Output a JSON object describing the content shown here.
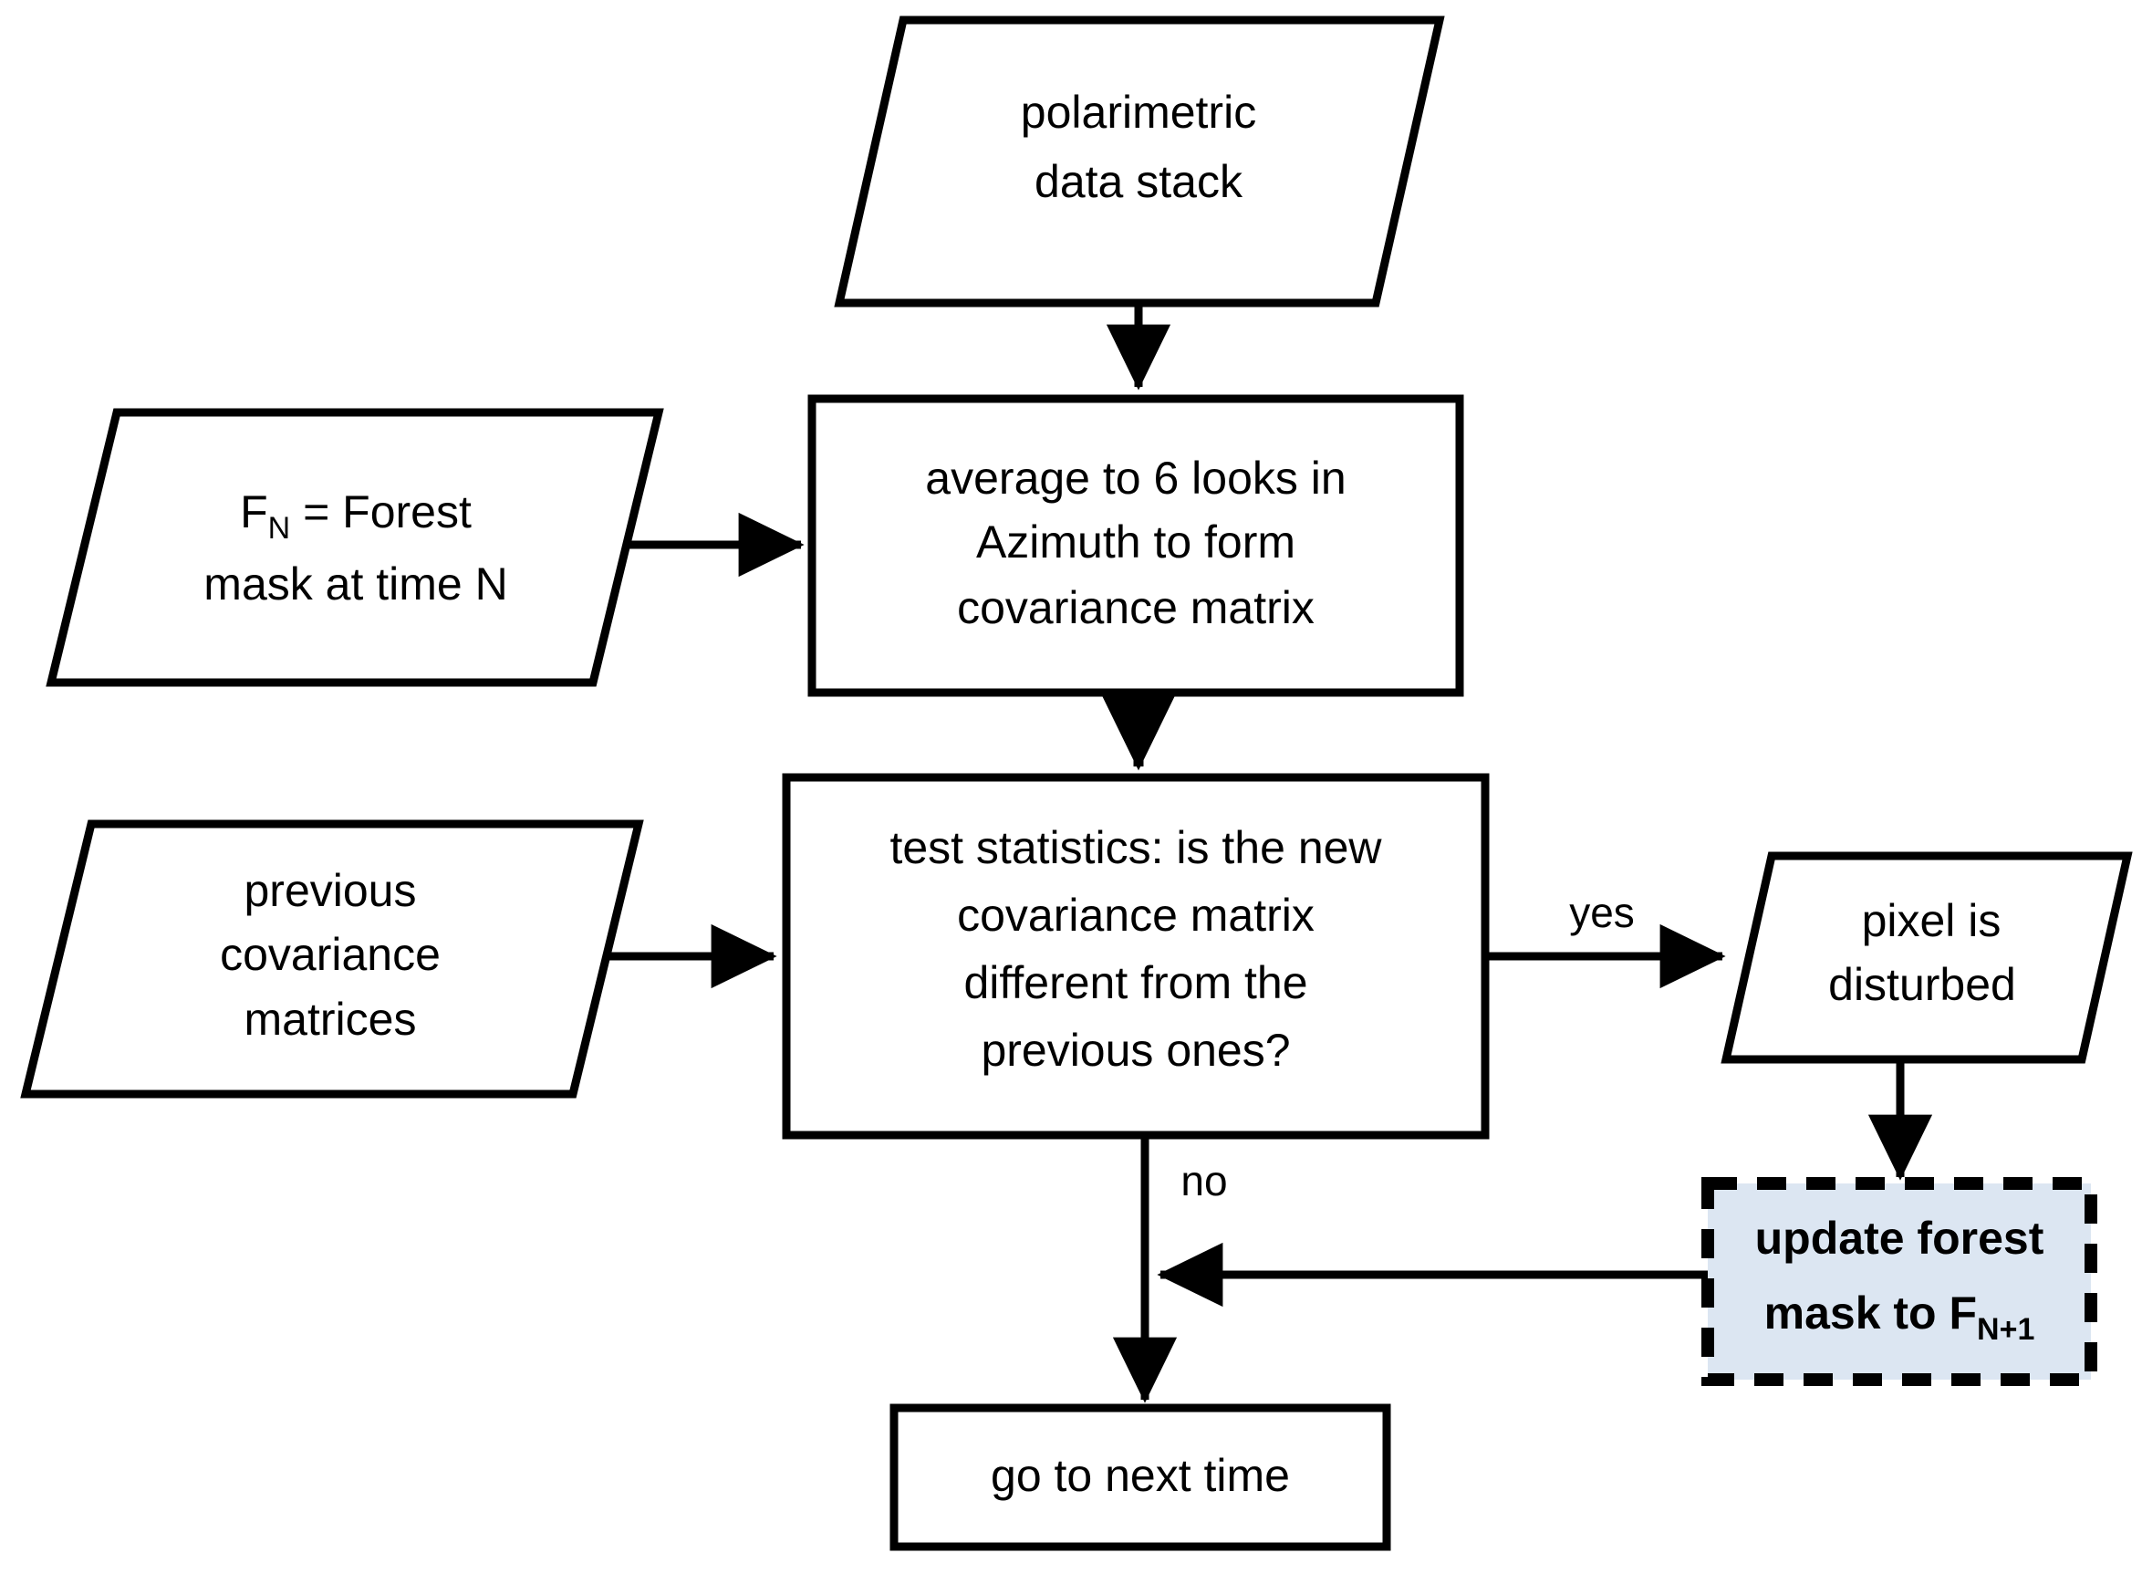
{
  "diagram": {
    "title": "forest disturbance detection flowchart",
    "background_color": "#ffffff",
    "line_color": "#000000",
    "highlight_fill": "#dce6f2"
  },
  "nodes": {
    "polarimetric_data": {
      "shape": "parallelogram",
      "line1": "polarimetric",
      "line2": "data stack"
    },
    "forest_mask": {
      "shape": "parallelogram",
      "line1_a": "F",
      "line1_sub": "N",
      "line1_b": " = Forest",
      "line2": "mask at time N"
    },
    "average_looks": {
      "shape": "rectangle",
      "line1": "average to 6 looks in",
      "line2": "Azimuth to form",
      "line3": "covariance matrix"
    },
    "previous_cov": {
      "shape": "parallelogram",
      "line1": "previous",
      "line2": "covariance",
      "line3": "matrices"
    },
    "test_statistics": {
      "shape": "rectangle",
      "line1": "test statistics: is the new",
      "line2": "covariance matrix",
      "line3": "different from the",
      "line4": "previous ones?"
    },
    "pixel_disturbed": {
      "shape": "parallelogram",
      "line1": "pixel is",
      "line2": "disturbed"
    },
    "update_mask": {
      "shape": "rectangle-dashed",
      "fill": "#dce6f2",
      "bold": true,
      "line1": "update forest",
      "line2_a": "mask to F",
      "line2_sub": "N+1"
    },
    "next_time": {
      "shape": "rectangle",
      "line1": "go to next time"
    }
  },
  "edge_labels": {
    "yes": "yes",
    "no": "no"
  }
}
